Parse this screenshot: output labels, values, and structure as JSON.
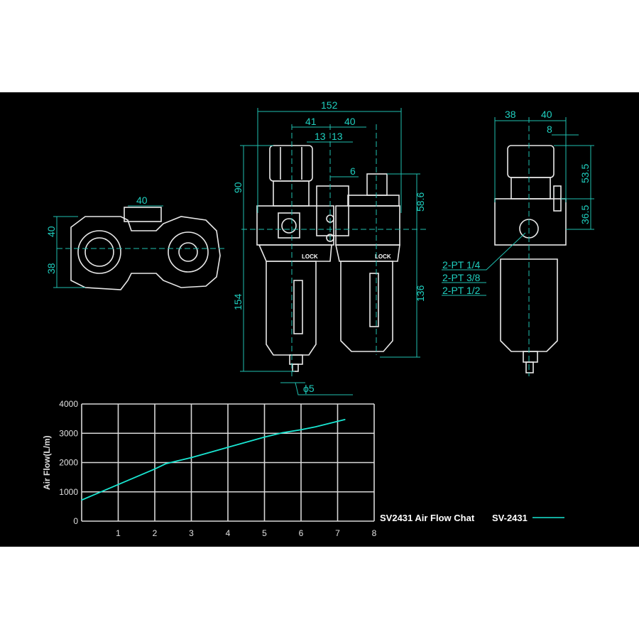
{
  "drawing": {
    "front_view": {
      "dims": {
        "overall_width": "152",
        "left_offset": "41",
        "right_offset": "40",
        "hole_a": "13",
        "hole_b": "13",
        "slot": "6",
        "upper_height": "90",
        "lower_height": "154",
        "lub_upper": "58.6",
        "lub_lower": "136",
        "drain": "ϕ5"
      },
      "lock_label": "LOCK"
    },
    "side_view": {
      "dims": {
        "left": "38",
        "right": "40",
        "offset": "8",
        "upper": "53.5",
        "lower": "36.5"
      },
      "port_labels": [
        "2-PT 1/4",
        "2-PT 3/8",
        "2-PT 1/2"
      ]
    },
    "top_view": {
      "dims": {
        "width": "40",
        "upper": "40",
        "lower": "38"
      }
    },
    "colors": {
      "background": "#000000",
      "lines": "#e8e8e8",
      "dimensions": "#1fbfb0",
      "series": "#19e6d2"
    }
  },
  "chart_data": {
    "type": "line",
    "title": "SV2431 Air Flow Chat",
    "xlabel": "",
    "ylabel": "Air Flow(L/m)",
    "xlim": [
      0,
      8
    ],
    "ylim": [
      0,
      4000
    ],
    "x_ticks": [
      "1",
      "2",
      "3",
      "4",
      "5",
      "6",
      "7",
      "8"
    ],
    "y_ticks": [
      "0",
      "1000",
      "2000",
      "3000",
      "4000"
    ],
    "grid": true,
    "legend": "right",
    "series": [
      {
        "name": "SV-2431",
        "color": "#19e6d2",
        "x": [
          0,
          1,
          2,
          2.3,
          3,
          4,
          5,
          5.5,
          6,
          6.4,
          7.2
        ],
        "y": [
          720,
          1250,
          1780,
          1960,
          2170,
          2520,
          2870,
          3020,
          3120,
          3220,
          3470
        ]
      }
    ]
  }
}
